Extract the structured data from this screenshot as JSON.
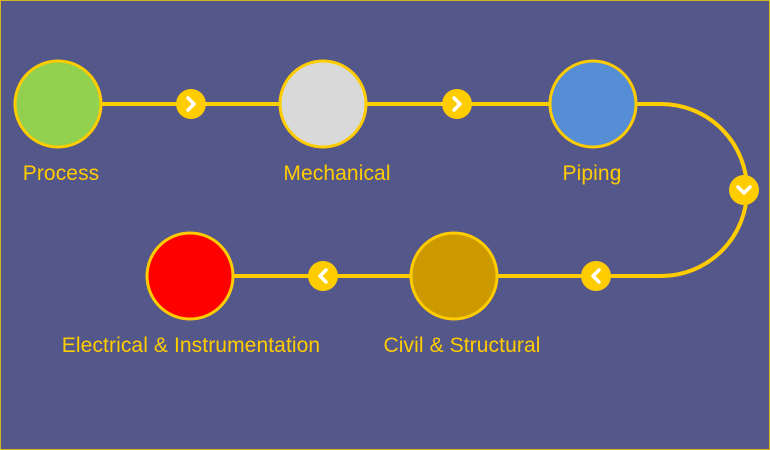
{
  "diagram": {
    "type": "process-flow",
    "background_color": "#545789",
    "line_color": "#ffcc00",
    "label_color": "#ffcc00",
    "arrow_glyph_color": "#ffffff",
    "steps": [
      {
        "label": "Process",
        "color": "#92d050"
      },
      {
        "label": "Mechanical",
        "color": "#d9d9d9"
      },
      {
        "label": "Piping",
        "color": "#558ed5"
      },
      {
        "label": "Civil & Structural",
        "color": "#cc9900"
      },
      {
        "label": "Electrical & Instrumentation",
        "color": "#ff0000"
      }
    ],
    "connectors": [
      {
        "from": 0,
        "to": 1,
        "direction": "right",
        "icon": "chevron-right-icon"
      },
      {
        "from": 1,
        "to": 2,
        "direction": "right",
        "icon": "chevron-right-icon"
      },
      {
        "from": 2,
        "to": 3,
        "direction": "down",
        "icon": "chevron-down-icon"
      },
      {
        "from": 2,
        "to": 3,
        "direction": "left",
        "icon": "chevron-left-icon"
      },
      {
        "from": 3,
        "to": 4,
        "direction": "left",
        "icon": "chevron-left-icon"
      }
    ]
  }
}
